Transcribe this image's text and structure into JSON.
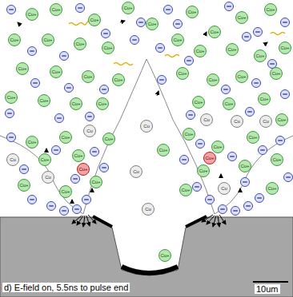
{
  "diagram": {
    "caption": "d) E-field on, 5.5ns to pulse end",
    "nodes": [
      {
        "text": [
          "Cu+"
        ]
      },
      {
        "text": [
          "Cu+"
        ]
      },
      {
        "text": [
          "Cu+"
        ]
      },
      {
        "text": [
          "Cu+"
        ]
      },
      {
        "text": [
          "Cu+"
        ]
      },
      {
        "text": [
          "Cu+"
        ]
      },
      {
        "text": [
          "Cu+"
        ]
      },
      {
        "text": [
          "Cu+"
        ]
      },
      {
        "text": [
          "Cu+"
        ]
      },
      {
        "text": [
          "Cu+"
        ]
      },
      {
        "text": [
          "Cu+"
        ]
      },
      {
        "text": [
          "Cu+"
        ]
      },
      {
        "text": [
          "Cu+"
        ]
      },
      {
        "text": [
          "Cu+"
        ]
      },
      {
        "text": [
          "Cu+"
        ]
      },
      {
        "text": [
          "Cu+"
        ]
      },
      {
        "text": [
          "Cu+"
        ]
      },
      {
        "text": [
          "Cu+"
        ]
      },
      {
        "text": [
          "Cu+"
        ]
      },
      {
        "text": [
          "Cu+"
        ]
      },
      {
        "text": [
          "Cu+"
        ]
      },
      {
        "text": [
          "Cu+"
        ]
      },
      {
        "text": [
          "Cu+"
        ]
      },
      {
        "text": [
          "Cu+"
        ]
      },
      {
        "text": [
          "Cu+"
        ]
      },
      {
        "text": [
          "Cu+"
        ]
      },
      {
        "text": [
          "Cu+"
        ]
      },
      {
        "text": [
          "Cu+"
        ]
      },
      {
        "text": [
          "Cu+"
        ]
      },
      {
        "text": [
          "Cu+"
        ]
      },
      {
        "text": [
          "Cu+"
        ]
      },
      {
        "text": [
          "Cu+"
        ]
      },
      {
        "text": [
          "Cu+"
        ]
      },
      {
        "text": [
          "Cu+"
        ]
      },
      {
        "text": [
          "Cu+"
        ]
      },
      {
        "text": [
          "Cu+"
        ]
      },
      {
        "text": [
          "Cu+"
        ]
      },
      {
        "text": [
          "Cu+"
        ]
      },
      {
        "text": [
          "Cu+"
        ]
      },
      {
        "text": [
          "Cu+"
        ]
      },
      {
        "text": [
          "Cu+"
        ]
      },
      {
        "text": [
          "Cu+"
        ]
      },
      {
        "text": [
          "Cu+"
        ]
      },
      {
        "text": [
          "Cu+"
        ]
      },
      {
        "text": [
          "Cu+"
        ]
      },
      {
        "text": [
          "Cu+"
        ]
      },
      {
        "text": [
          "Cu+"
        ]
      },
      {
        "text": [
          "Cu+"
        ]
      },
      {
        "text": [
          "Cu+"
        ]
      },
      {
        "text": [
          "Cu+"
        ]
      },
      {
        "text": [
          "Cu"
        ]
      },
      {
        "text": [
          "Cu"
        ]
      },
      {
        "text": [
          "Cu"
        ]
      },
      {
        "text": [
          "Cu"
        ]
      },
      {
        "text": [
          "Cu"
        ]
      },
      {
        "text": [
          "Cu"
        ]
      },
      {
        "text": [
          "Cu"
        ]
      },
      {
        "text": [
          "Cu"
        ]
      },
      {
        "text": [
          "Cu"
        ]
      },
      {
        "text": [
          "Cu"
        ]
      },
      {
        "text": [
          "Cu+"
        ]
      },
      {
        "text": [
          "Cu+"
        ]
      },
      {
        "text": [
          "Cu+"
        ]
      },
      {
        "text": [
          "Cu+"
        ]
      }
    ],
    "labels": [
      "10um"
    ]
  }
}
